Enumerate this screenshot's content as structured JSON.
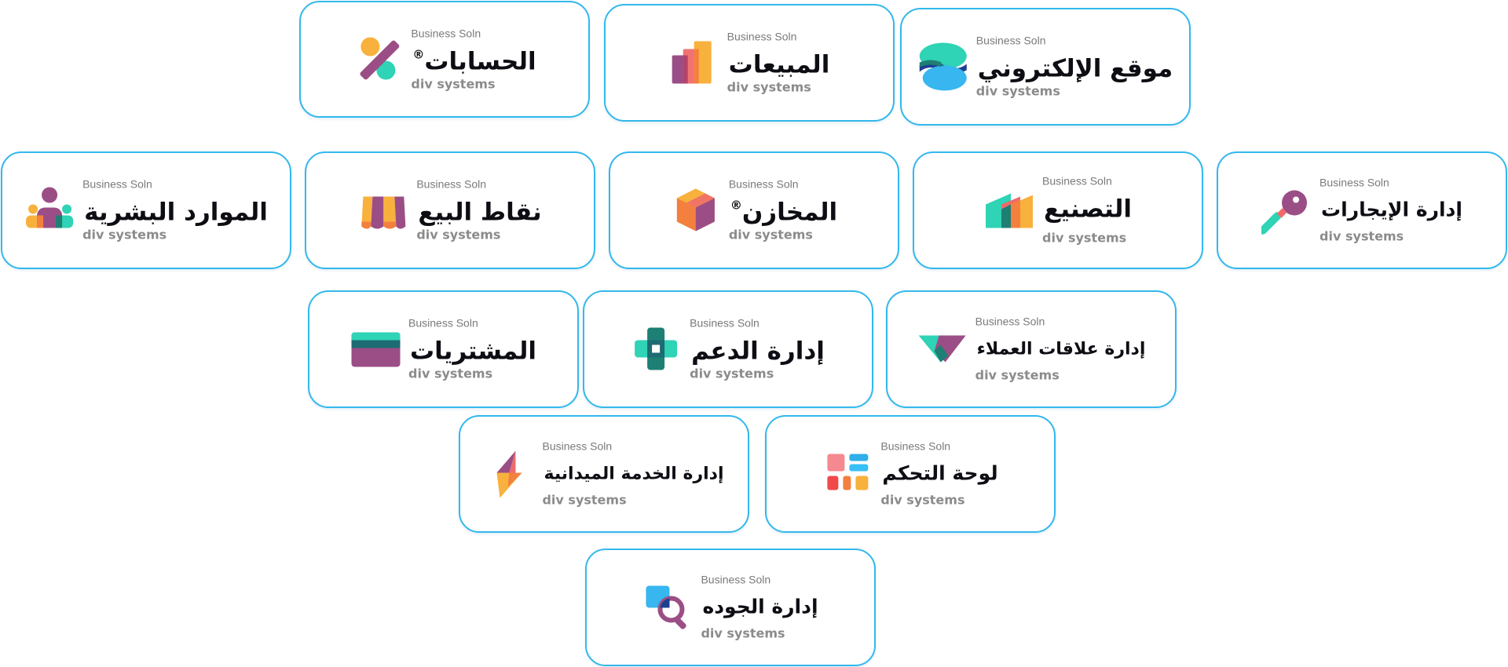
{
  "cards": [
    {
      "key": "accounts",
      "tagline": "Business Soln",
      "title": "الحسابات",
      "registered": "®",
      "brand": "div systems",
      "icon": "accounts-percent-icon"
    },
    {
      "key": "sales",
      "tagline": "Business Soln",
      "title": "المبيعات",
      "registered": "",
      "brand": "div systems",
      "icon": "sales-bars-icon"
    },
    {
      "key": "ecommerce",
      "tagline": "Business Soln",
      "title": "موقع الإلكتروني",
      "registered": "",
      "brand": "div systems",
      "icon": "ecommerce-globe-icon"
    },
    {
      "key": "hr",
      "tagline": "Business Soln",
      "title": "الموارد البشرية",
      "registered": "",
      "brand": "div systems",
      "icon": "hr-people-icon"
    },
    {
      "key": "pos",
      "tagline": "Business Soln",
      "title": "نقاط البيع",
      "registered": "",
      "brand": "div systems",
      "icon": "pos-awning-icon"
    },
    {
      "key": "warehouses",
      "tagline": "Business Soln",
      "title": "المخازن",
      "registered": "®",
      "brand": "div systems",
      "icon": "warehouse-cube-icon"
    },
    {
      "key": "manufacturing",
      "tagline": "Business Soln",
      "title": "التصنيع",
      "registered": "",
      "brand": "div systems",
      "icon": "manufacturing-blocks-icon"
    },
    {
      "key": "rentals",
      "tagline": "Business Soln",
      "title": "إدارة الإيجارات",
      "registered": "",
      "brand": "div systems",
      "icon": "rentals-key-icon"
    },
    {
      "key": "purchases",
      "tagline": "Business Soln",
      "title": "المشتريات",
      "registered": "",
      "brand": "div systems",
      "icon": "purchases-card-icon"
    },
    {
      "key": "support",
      "tagline": "Business Soln",
      "title": "إدارة الدعم",
      "registered": "",
      "brand": "div systems",
      "icon": "support-cross-icon"
    },
    {
      "key": "crm",
      "tagline": "Business Soln",
      "title": "إدارة علاقات العملاء",
      "registered": "",
      "brand": "div systems",
      "icon": "crm-handshake-icon"
    },
    {
      "key": "field_service",
      "tagline": "Business Soln",
      "title": "إدارة الخدمة الميدانية",
      "registered": "",
      "brand": "div systems",
      "icon": "field-service-bolt-icon"
    },
    {
      "key": "dashboard",
      "tagline": "Business Soln",
      "title": "لوحة التحكم",
      "registered": "",
      "brand": "div systems",
      "icon": "dashboard-grid-icon"
    },
    {
      "key": "quality",
      "tagline": "Business Soln",
      "title": "إدارة الجوده",
      "registered": "",
      "brand": "div systems",
      "icon": "quality-magnifier-icon"
    }
  ]
}
